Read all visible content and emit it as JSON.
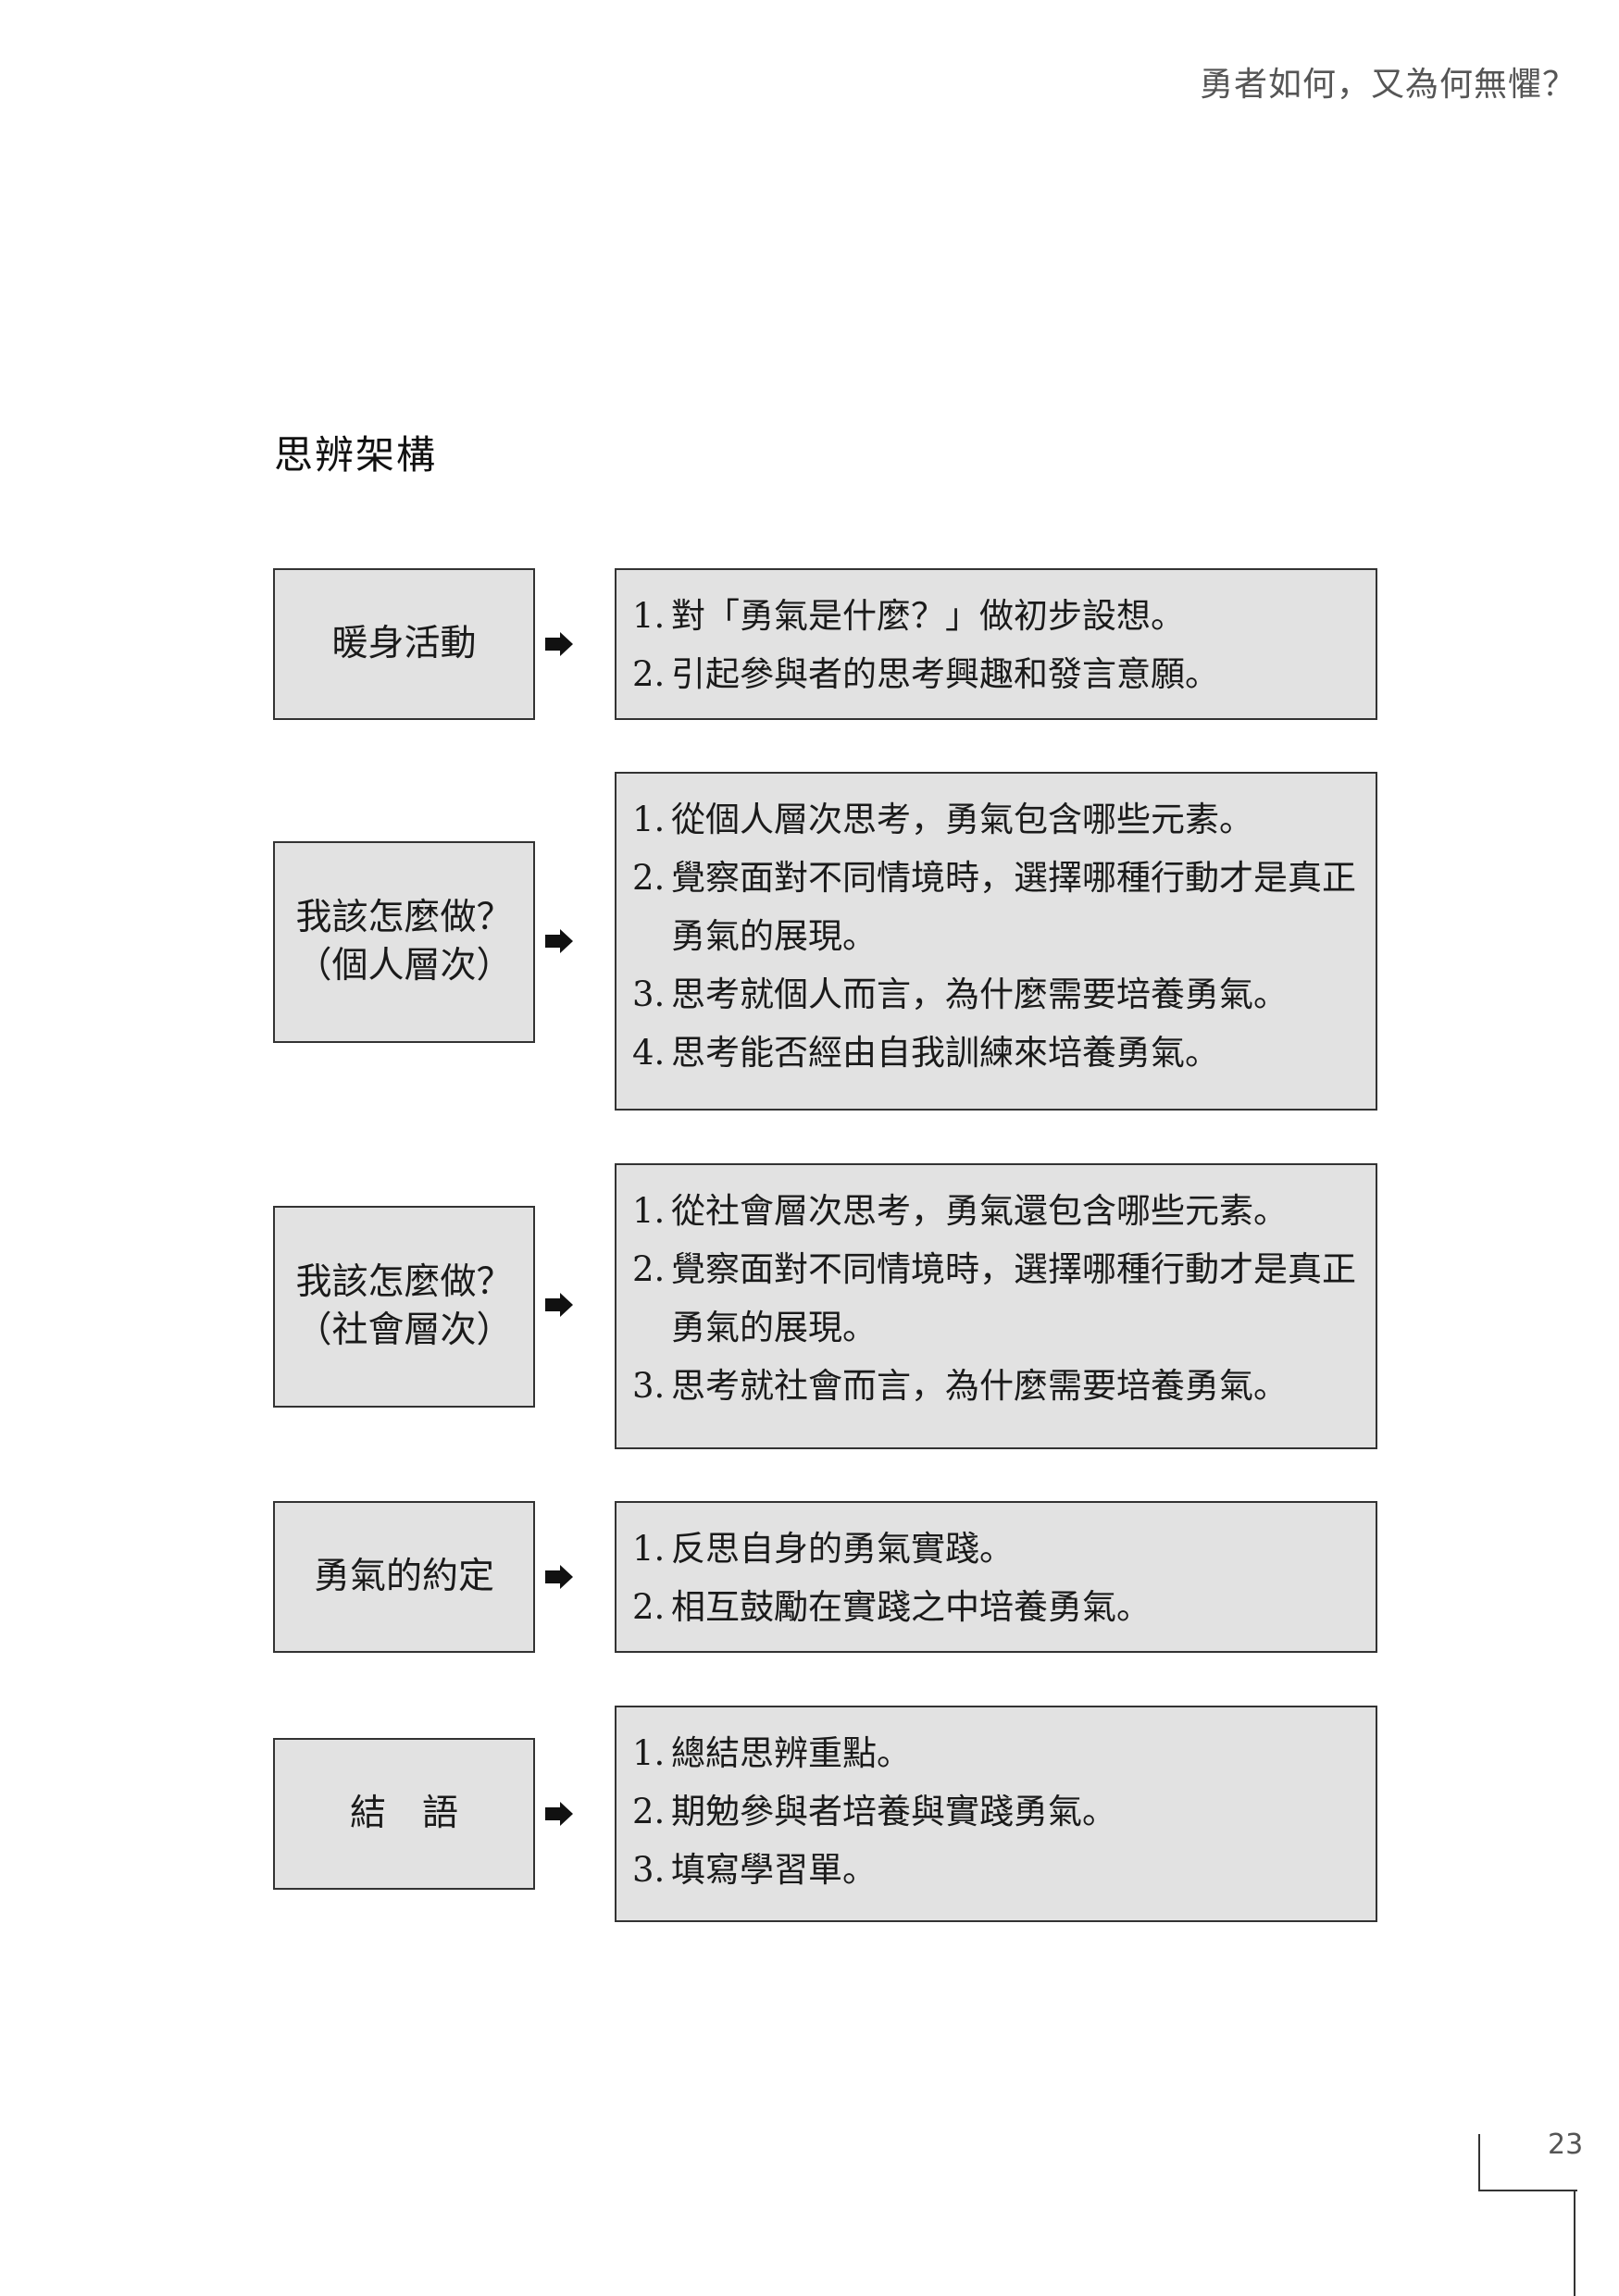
{
  "header": {
    "running_title": "勇者如何，又為何無懼？"
  },
  "section": {
    "title": "思辨架構"
  },
  "stages": [
    {
      "label_lines": [
        "暖身活動"
      ],
      "items": [
        {
          "num": "1.",
          "text": "對「勇氣是什麼？」做初步設想。"
        },
        {
          "num": "2.",
          "text": "引起參與者的思考興趣和發言意願。"
        }
      ]
    },
    {
      "label_lines": [
        "我該怎麼做？",
        "（個人層次）"
      ],
      "items": [
        {
          "num": "1.",
          "text": "從個人層次思考，勇氣包含哪些元素。"
        },
        {
          "num": "2.",
          "text": "覺察面對不同情境時，選擇哪種行動才是真正勇氣的展現。"
        },
        {
          "num": "3.",
          "text": "思考就個人而言，為什麼需要培養勇氣。"
        },
        {
          "num": "4.",
          "text": "思考能否經由自我訓練來培養勇氣。"
        }
      ]
    },
    {
      "label_lines": [
        "我該怎麼做？",
        "（社會層次）"
      ],
      "items": [
        {
          "num": "1.",
          "text": "從社會層次思考，勇氣還包含哪些元素。"
        },
        {
          "num": "2.",
          "text": "覺察面對不同情境時，選擇哪種行動才是真正勇氣的展現。"
        },
        {
          "num": "3.",
          "text": "思考就社會而言，為什麼需要培養勇氣。"
        }
      ]
    },
    {
      "label_lines": [
        "勇氣的約定"
      ],
      "items": [
        {
          "num": "1.",
          "text": "反思自身的勇氣實踐。"
        },
        {
          "num": "2.",
          "text": "相互鼓勵在實踐之中培養勇氣。"
        }
      ]
    },
    {
      "label_lines": [
        "結　語"
      ],
      "items": [
        {
          "num": "1.",
          "text": "總結思辨重點。"
        },
        {
          "num": "2.",
          "text": "期勉參與者培養與實踐勇氣。"
        },
        {
          "num": "3.",
          "text": "填寫學習單。"
        }
      ]
    }
  ],
  "footer": {
    "page_number": "23"
  }
}
